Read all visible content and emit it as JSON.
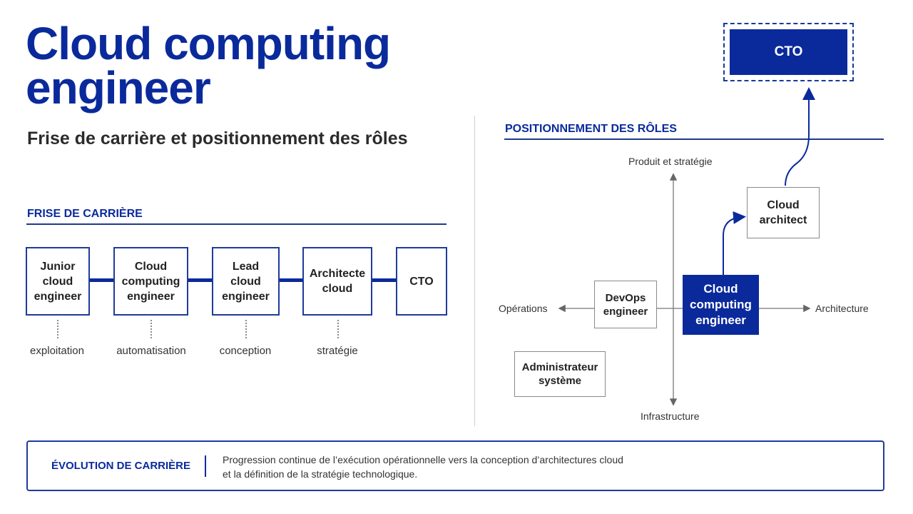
{
  "title": {
    "line1": "Cloud computing",
    "line2": "engineer"
  },
  "subtitle": "Frise de carrière et positionnement des rôles",
  "career": {
    "section_title": "FRISE DE CARRIÈRE",
    "steps": [
      {
        "label": "Junior\ncloud\nengineer",
        "caption": "exploitation"
      },
      {
        "label": "Cloud\ncomputing\nengineer",
        "caption": "automatisation"
      },
      {
        "label": "Lead\ncloud\nengineer",
        "caption": "conception"
      },
      {
        "label": "Architecte\ncloud",
        "caption": "stratégie"
      },
      {
        "label": "CTO",
        "caption": ""
      }
    ]
  },
  "positioning": {
    "section_title": "POSITIONNEMENT DES RÔLES",
    "axes": {
      "top": "Produit et stratégie",
      "bottom": "Infrastructure",
      "left": "Opérations",
      "right": "Architecture"
    },
    "roles": {
      "devops": "DevOps\nengineer",
      "cloud_engineer": "Cloud\ncomputing\nengineer",
      "cloud_architect": "Cloud\narchitect",
      "sysadmin": "Administrateur\nsystème",
      "cto": "CTO"
    }
  },
  "banner": {
    "title": "ÉVOLUTION DE CARRIÈRE",
    "text_line1": "Progression continue de l’exécution opérationnelle vers la conception d’architectures cloud",
    "text_line2": "et la définition de la stratégie technologique."
  },
  "colors": {
    "primary": "#0a2a9c",
    "border": "#1f3b9a",
    "gray": "#8a8a8a"
  }
}
